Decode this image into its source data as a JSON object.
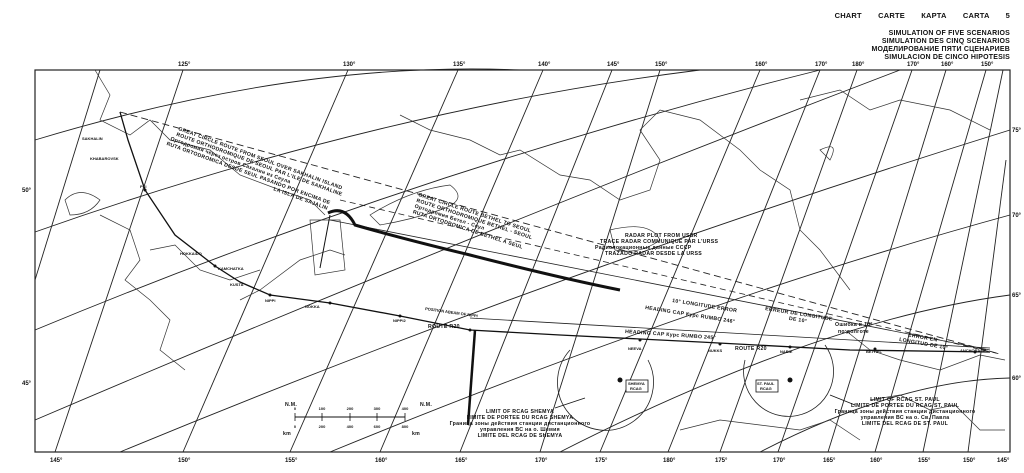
{
  "header": {
    "chart_label": "CHART  CARTE  КАРТА  CARTA  5",
    "titles": [
      "SIMULATION OF FIVE SCENARIOS",
      "SIMULATION DES CINQ SCENARIOS",
      "МОДЕЛИРОВАНИЕ ПЯТИ СЦЕНАРИЕВ",
      "SIMULACION DE CINCO HIPOTESIS"
    ]
  },
  "graticule": {
    "top_longitudes": [
      "125°",
      "130°",
      "135°",
      "140°",
      "145°",
      "150°",
      "160°",
      "170°",
      "180°",
      "170°",
      "160°",
      "150°"
    ],
    "bottom_longitudes": [
      "145°",
      "150°",
      "155°",
      "160°",
      "165°",
      "170°",
      "175°",
      "180°",
      "175°",
      "170°",
      "165°",
      "160°",
      "155°",
      "150°",
      "145°"
    ],
    "right_latitudes": [
      "75°",
      "70°",
      "65°",
      "60°"
    ],
    "left_latitudes": [
      "50°",
      "45°"
    ]
  },
  "annotations": {
    "great_circle_seoul": [
      "GREAT CIRCLE ROUTE FROM SEOUL OVER SAKHALIN ISLAND",
      "ROUTE ORTHODROMIQUE DE SEOUL PAR L'ILE DE SAKHALINE",
      "Ортодромия через остров Сахалин из Сеула",
      "RUTA ORTODROMICA DESDE SEUL PASANDO POR ENCIMA DE",
      "LA ISLA DE SAJALIN"
    ],
    "great_circle_bethel": [
      "GREAT CIRCLE ROUTE BETHEL TO SEOUL",
      "ROUTE ORTHODROMIQUE BETHEL - SEOUL",
      "Ортодромия Бетел - Сеул",
      "RUTA ORTODROMICA DE BETHEL A SEUL"
    ],
    "radar_plot": [
      "RADAR PLOT FROM USSR",
      "TRACE RADAR COMMUNIQUE PAR L'URSS",
      "Радиолокационные данные СССР",
      "TRAZADO RADAR DESDE LA URSS"
    ],
    "longitude_error_1": "10° LONGITUDE ERROR",
    "heading_1": "HEADING  CAP  Курс  RUMBO  246°",
    "heading_2": "HEADING  CAP  Курс  RUMBO  245°",
    "longitude_error_2": [
      "ERREUR DE LONGITUDE",
      "DE 10°"
    ],
    "longitude_error_3": [
      "Ошибка в 10°",
      "по долготе"
    ],
    "longitude_error_4": [
      "ERROR EN",
      "LONGITUD DE 10°"
    ],
    "position_passing": "POSITION ABEAM OF NIPPI",
    "route_r20_a": "ROUTE R20",
    "route_r20_b": "ROUTE R20",
    "shemya_limit": [
      "LIMIT OF RCAG SHEMYA",
      "LIMITE DE PORTEE DU RCAG SHEMYA",
      "Граница зоны действия станции дистанционного",
      "управления ВС на о. Шемия",
      "LIMITE DEL RCAG DE SHEMYA"
    ],
    "stpaul_limit": [
      "LIMIT OF RCAG ST. PAUL",
      "LIMITE DE PORTEE DU RCAG ST. PAUL",
      "Граница зоны действия станции дистанционного",
      "управления ВС на о. Св. Павла",
      "LIMITE DEL RCAG DE ST. PAUL"
    ],
    "shemya_box": [
      "SHEMYA",
      "RCAG"
    ],
    "stpaul_box": [
      "ST. PAUL",
      "RCAG"
    ]
  },
  "waypoints": [
    "SAKHALIN",
    "PSI",
    "KHABAROVSK",
    "HOKKAIDO",
    "KAMCHATKA",
    "KUSTA",
    "NIPPI",
    "NOKKA",
    "NIPPI2",
    "NEEVA",
    "NUKKS",
    "NABIE",
    "BETHEL",
    "ANCHORAGE"
  ],
  "scale": {
    "nm_label": "N.M.",
    "km_label": "km",
    "nm_ticks": [
      "0",
      "100",
      "200",
      "300",
      "400"
    ],
    "km_ticks": [
      "0",
      "200",
      "400",
      "600",
      "800"
    ]
  }
}
